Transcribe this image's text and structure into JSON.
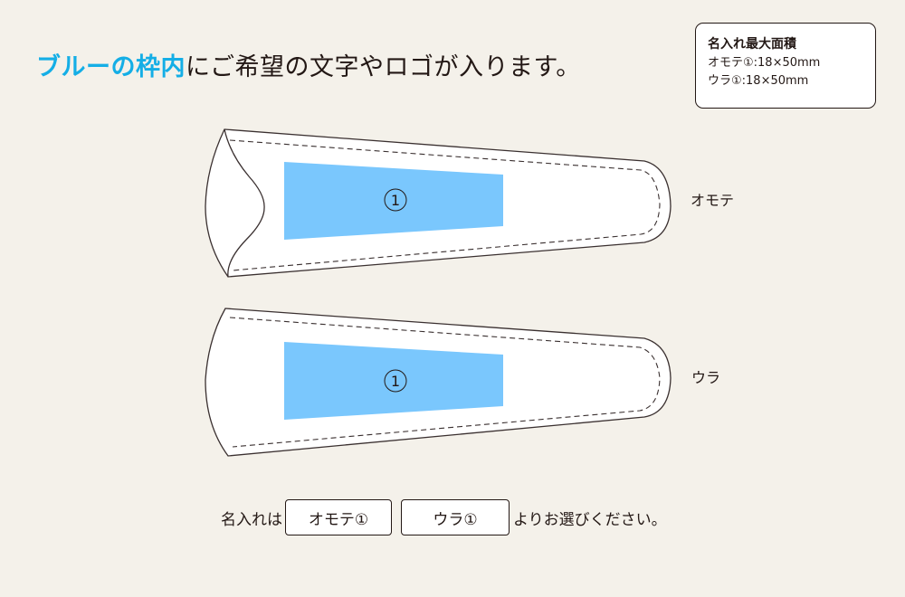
{
  "headline": {
    "accent": "ブルーの枠内",
    "rest": "にご希望の文字やロゴが入ります。",
    "accent_color": "#14aee6"
  },
  "spec_box": {
    "title": "名入れ最大面積",
    "lines": [
      "オモテ①:18×50mm",
      "ウラ①:18×50mm"
    ]
  },
  "diagram": {
    "area_color": "#7ac7fd",
    "panels": [
      {
        "side_label": "オモテ",
        "area_label": "①"
      },
      {
        "side_label": "ウラ",
        "area_label": "①"
      }
    ]
  },
  "choice": {
    "prefix": "名入れは",
    "options": [
      "オモテ①",
      "ウラ①"
    ],
    "suffix": "よりお選びください。"
  }
}
